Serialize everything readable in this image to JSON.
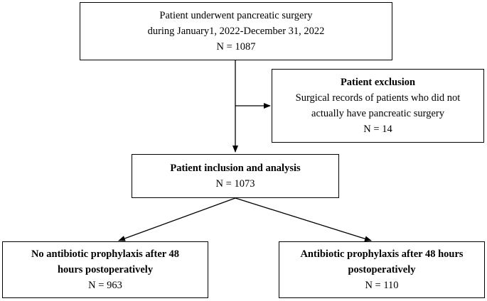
{
  "colors": {
    "stroke": "#000000",
    "background": "#ffffff"
  },
  "boxes": {
    "surgery": {
      "line1": "Patient underwent pancreatic surgery",
      "line2": "during January1, 2022-December 31, 2022",
      "count": "N = 1087"
    },
    "exclusion": {
      "title": "Patient exclusion",
      "line1": "Surgical records of patients who did not",
      "line2": "actually have pancreatic surgery",
      "count": "N = 14"
    },
    "inclusion": {
      "title": "Patient inclusion and analysis",
      "count": "N = 1073"
    },
    "no_prophylaxis": {
      "title_line1": "No antibiotic prophylaxis after 48",
      "title_line2": "hours postoperatively",
      "count": "N = 963"
    },
    "prophylaxis": {
      "title_line1": "Antibiotic prophylaxis after 48 hours",
      "title_line2": "postoperatively",
      "count": "N = 110"
    }
  }
}
